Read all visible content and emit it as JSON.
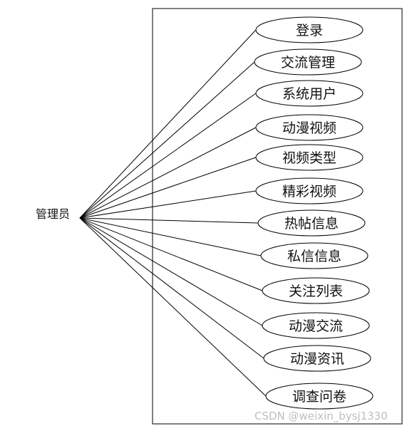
{
  "actor": {
    "label": "管理员"
  },
  "use_cases": [
    "登录",
    "交流管理",
    "系统用户",
    "动漫视频",
    "视频类型",
    "精彩视频",
    "热帖信息",
    "私信信息",
    "关注列表",
    "动漫交流",
    "动漫资讯",
    "调查问卷"
  ],
  "watermark": "CSDN @weixin_bysj1330",
  "colors": {
    "line": "#000000",
    "text": "#111111",
    "watermark": "#bdbdbd",
    "background": "#ffffff"
  }
}
